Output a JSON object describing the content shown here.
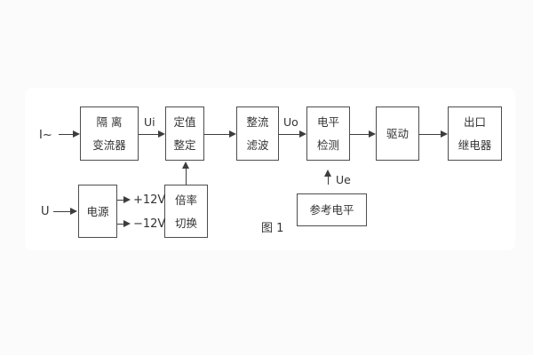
{
  "diagram": {
    "caption": "图 1",
    "boxes": {
      "isolation": {
        "line1": "隔 离",
        "line2": "变流器"
      },
      "setting": {
        "line1": "定值",
        "line2": "整定"
      },
      "rectifier": {
        "line1": "整流",
        "line2": "滤波"
      },
      "level": {
        "line1": "电平",
        "line2": "检测"
      },
      "drive": {
        "label": "驱动"
      },
      "relay": {
        "line1": "出口",
        "line2": "继电器"
      },
      "power": {
        "label": "电源"
      },
      "multiplier": {
        "line1": "倍率",
        "line2": "切换"
      },
      "reference": {
        "label": "参考电平"
      }
    },
    "signals": {
      "input_current": "I~",
      "ui": "Ui",
      "uo": "Uo",
      "ue": "Ue",
      "input_voltage": "U",
      "plus12": "+12V",
      "minus12": "−12V"
    },
    "colors": {
      "line": "#3d3d3d",
      "text": "#333333",
      "panel_bg": "#ffffff",
      "outer_bg": "#fbfbfb"
    }
  }
}
